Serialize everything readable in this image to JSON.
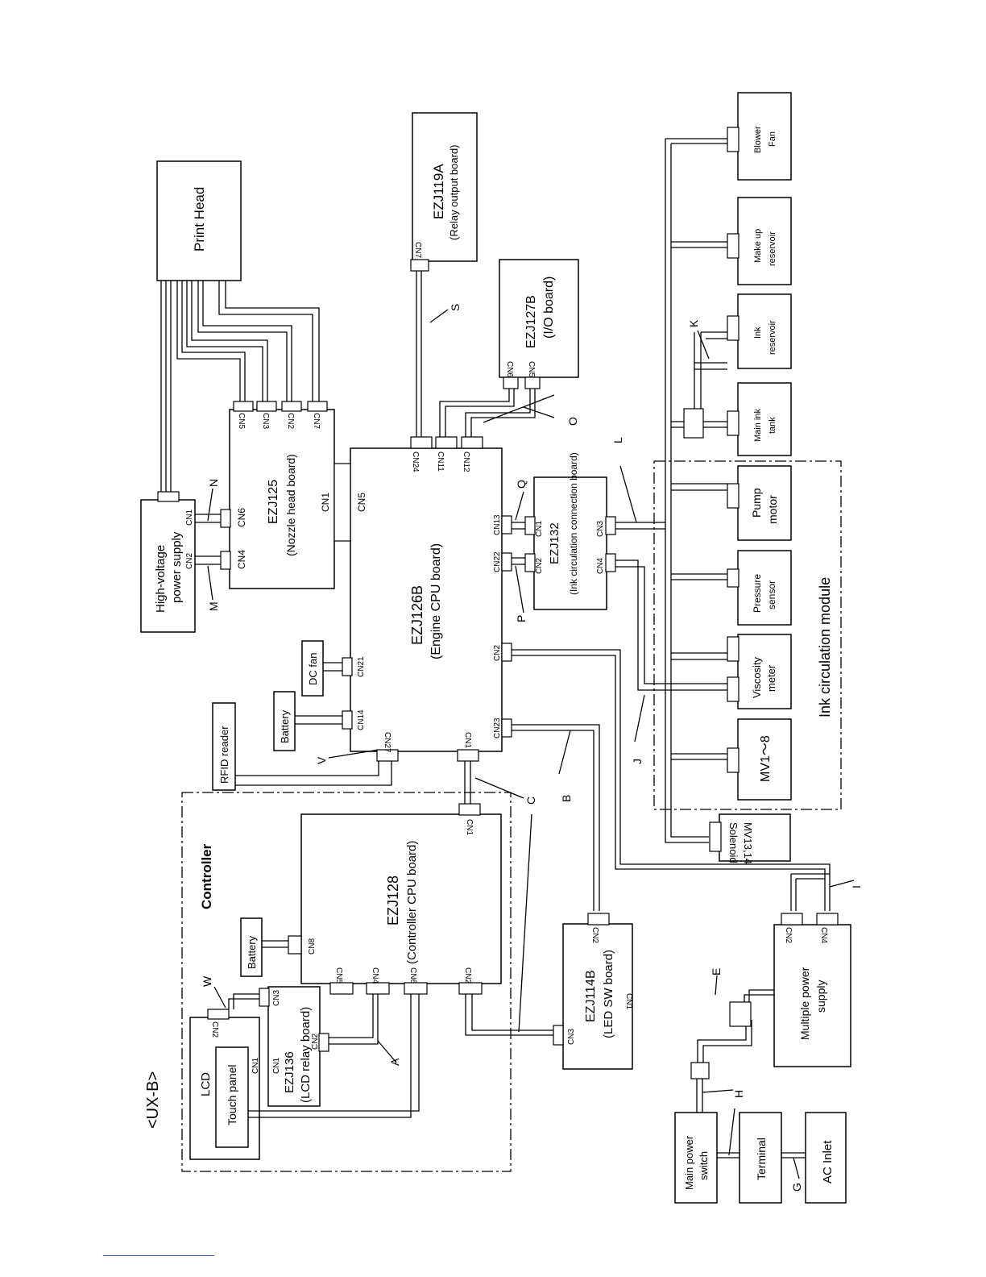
{
  "diagram": {
    "page_heading": "<UX-B>",
    "groups": {
      "controller": "Controller",
      "ink_circulation": "Ink circulation module"
    },
    "boards": {
      "ezj126b": {
        "name": "EZJ126B",
        "desc": "(Engine CPU board)"
      },
      "ezj125": {
        "name": "EZJ125",
        "desc": "(Nozzle head board)"
      },
      "ezj128": {
        "name": "EZJ128",
        "desc": "(Controller CPU board)"
      },
      "ezj119a": {
        "name": "EZJ119A",
        "desc": "(Relay output board)"
      },
      "ezj127b": {
        "name": "EZJ127B",
        "desc": "(I/O board)"
      },
      "ezj132": {
        "name": "EZJ132",
        "desc": "(Ink circulation connection board)"
      },
      "ezj136": {
        "name": "EZJ136",
        "desc": "(LCD relay board)"
      },
      "ezj114b": {
        "name": "EZJ114B",
        "desc": "(LED SW board)"
      }
    },
    "components": {
      "print_head": "Print Head",
      "hv_supply": [
        "High-voltage",
        "power supply"
      ],
      "dc_fan": "DC fan",
      "battery_engine": "Battery",
      "battery_controller": "Battery",
      "rfid_reader": "RFID reader",
      "lcd": "LCD",
      "touch_panel": "Touch panel",
      "multiple_power_supply": [
        "Multiple power",
        "supply"
      ],
      "main_power_switch": [
        "Main power",
        "switch"
      ],
      "terminal": "Terminal",
      "ac_inlet": "AC Inlet",
      "solenoid": [
        "Solenoid",
        "MV13,14"
      ],
      "mv1_8": "MV1～8",
      "viscosity_meter": [
        "Viscosity",
        "meter"
      ],
      "pressure_sensor": [
        "Pressure",
        "sensor"
      ],
      "pump_motor": [
        "Pump",
        "motor"
      ],
      "main_ink_tank": [
        "Main ink",
        "tank"
      ],
      "ink_reservoir": [
        "Ink",
        "reservoir"
      ],
      "make_up_reservoir": [
        "Make up",
        "reservoir"
      ],
      "blower_fan": [
        "Blower",
        "Fan"
      ]
    },
    "connectors": {
      "e126_cn5": "CN5",
      "e126_cn24": "CN24",
      "e126_cn11": "CN11",
      "e126_cn12": "CN12",
      "e126_cn13": "CN13",
      "e126_cn22": "CN22",
      "e126_cn2": "CN2",
      "e126_cn23": "CN23",
      "e126_cn21": "CN21",
      "e126_cn14": "CN14",
      "e126_cn27": "CN27",
      "e126_cn1": "CN1",
      "e125_cn5": "CN5",
      "e125_cn3": "CN3",
      "e125_cn2": "CN2",
      "e125_cn7": "CN7",
      "e125_cn6": "CN6",
      "e125_cn4": "CN4",
      "e125_cn1": "CN1",
      "hv_cn1": "CN1",
      "hv_cn2": "CN2",
      "e119_cn7": "CN7",
      "e127_cn6": "CN6",
      "e127_cn5": "CN5",
      "e132_cn1": "CN1",
      "e132_cn2": "CN2",
      "e132_cn3": "CN3",
      "e132_cn4": "CN4",
      "e128_cn1": "CN1",
      "e128_cn8": "CN8",
      "e128_cn5": "CN5",
      "e128_cn4": "CN4",
      "e128_cn6": "CN6",
      "e128_cn2": "CN2",
      "e136_cn1": "CN1",
      "e136_cn2": "CN2",
      "e136_cn3": "CN3",
      "lcd_cn2": "CN2",
      "lcd_cn1": "CN1",
      "e114_cn2": "CN2",
      "e114_cn3": "CN3",
      "e114_cn1": "CN1",
      "mps_cn2": "CN2",
      "mps_cn4": "CN4"
    },
    "harness_labels": {
      "a": "A",
      "b": "B",
      "c": "C",
      "e": "E",
      "g": "G",
      "h": "H",
      "i": "I",
      "j": "J",
      "k": "K",
      "l": "L",
      "m": "M",
      "n": "N",
      "o": "O",
      "p": "P",
      "q": "Q",
      "s": "S",
      "v": "V",
      "w": "W"
    }
  }
}
